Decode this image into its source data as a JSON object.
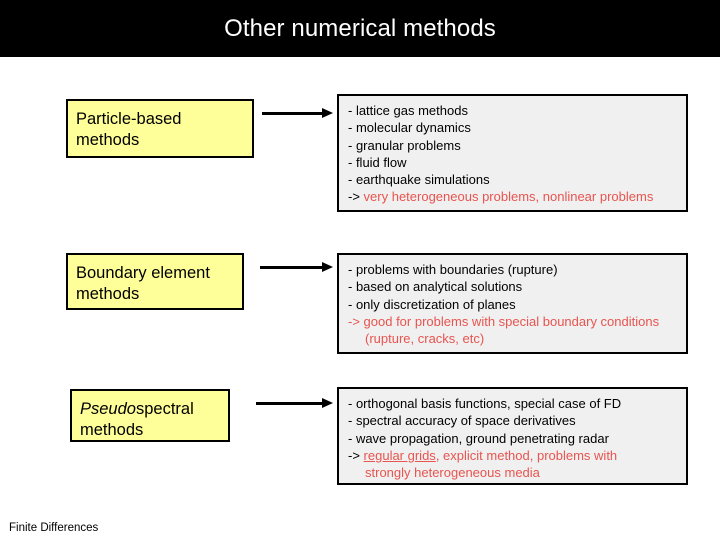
{
  "slide": {
    "title": "Other numerical methods",
    "footer": "Finite Differences",
    "colors": {
      "title_bar_bg": "#000000",
      "title_text": "#ffffff",
      "label_box_bg": "#ffff99",
      "detail_box_bg": "#f0f0f0",
      "border": "#000000",
      "highlight_red": "#e8544f"
    }
  },
  "rows": [
    {
      "label": {
        "line1_italic": "",
        "line1": "Particle-based",
        "line2": "methods"
      },
      "details": [
        {
          "text": "-  lattice gas methods",
          "color": "black"
        },
        {
          "text": "-  molecular dynamics",
          "color": "black"
        },
        {
          "text": "- granular problems",
          "color": "black"
        },
        {
          "text": "- fluid flow",
          "color": "black"
        },
        {
          "text": "- earthquake simulations",
          "color": "black"
        },
        {
          "prefix": "-> ",
          "text": "very heterogeneous problems, nonlinear problems",
          "color": "red"
        }
      ]
    },
    {
      "label": {
        "line1_italic": "",
        "line1": "Boundary element",
        "line2": "methods"
      },
      "details": [
        {
          "text": "-  problems with boundaries (rupture)",
          "color": "black"
        },
        {
          "text": "-  based on analytical solutions",
          "color": "black"
        },
        {
          "text": "- only discretization of planes",
          "color": "black"
        },
        {
          "prefix": "",
          "text": "-> good for problems with special boundary conditions",
          "color": "red"
        },
        {
          "text": "(rupture, cracks, etc)",
          "color": "red",
          "indent": true
        }
      ]
    },
    {
      "label": {
        "line1_italic": "Pseudo",
        "line1": "spectral",
        "line2": "methods"
      },
      "details": [
        {
          "text": "-  orthogonal basis functions, special case of FD",
          "color": "black"
        },
        {
          "text": "-  spectral accuracy of space derivatives",
          "color": "black"
        },
        {
          "text": "- wave propagation, ground penetrating radar",
          "color": "black"
        },
        {
          "prefix": "-> ",
          "underlined": "regular grids",
          "text": ", explicit method, problems with",
          "color": "red"
        },
        {
          "text": "strongly heterogeneous media",
          "color": "red",
          "indent": true
        }
      ]
    }
  ]
}
